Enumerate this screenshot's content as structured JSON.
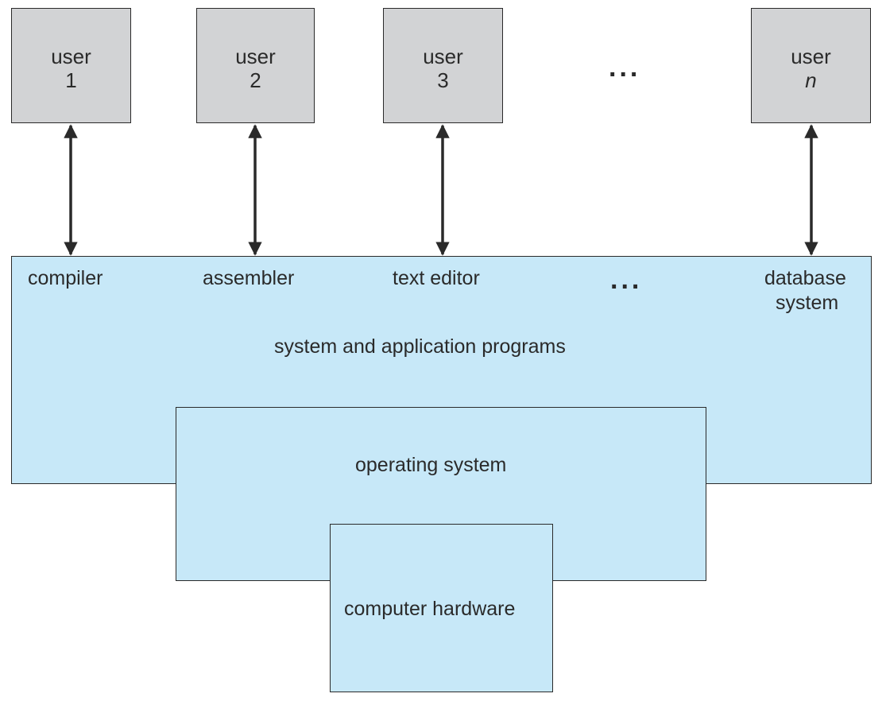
{
  "users": [
    {
      "label": "user",
      "num": "1"
    },
    {
      "label": "user",
      "num": "2"
    },
    {
      "label": "user",
      "num": "3"
    },
    {
      "label": "user",
      "num": "n"
    }
  ],
  "users_ellipsis": "...",
  "programs": {
    "items": [
      "compiler",
      "assembler",
      "text editor"
    ],
    "ellipsis": "...",
    "database_line1": "database",
    "database_line2": "system"
  },
  "layers": {
    "applications": "system and application programs",
    "os": "operating system",
    "hardware": "computer hardware"
  },
  "colors": {
    "user_box_fill": "#d2d3d5",
    "layer_fill": "#c7e8f8",
    "stroke": "#2a2a2a"
  }
}
